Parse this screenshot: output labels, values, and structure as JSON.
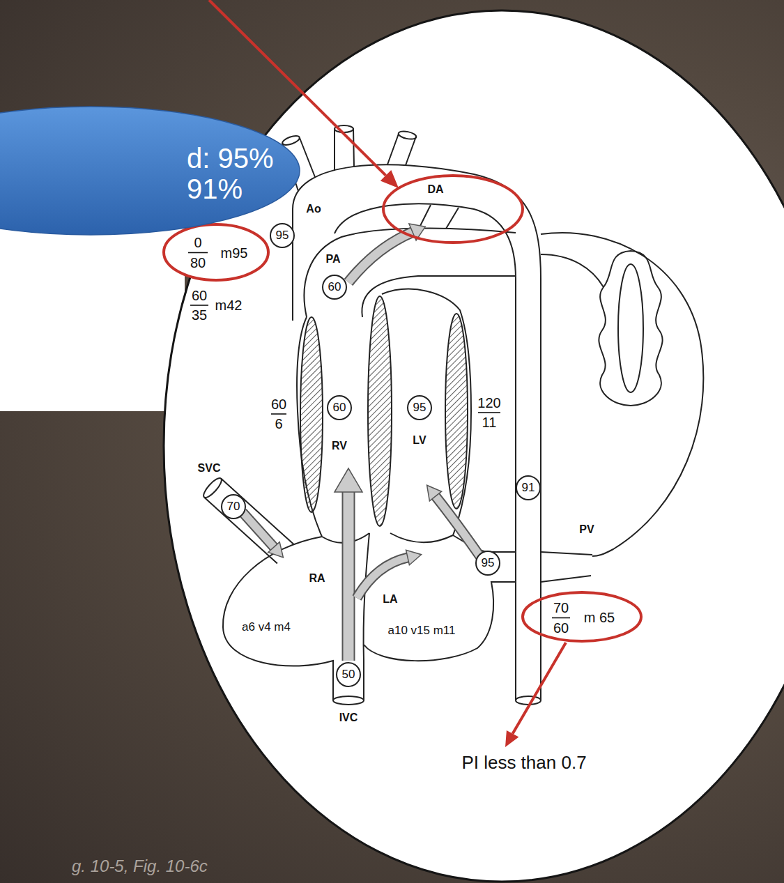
{
  "diagram": {
    "caption": "g. 10-5, Fig. 10-6c",
    "nodes": [
      {
        "text": [
          "d: 95% 91%"
        ]
      },
      {
        "text": [
          "0",
          "80",
          "m95"
        ]
      },
      {
        "text": [
          "95"
        ]
      },
      {
        "text": [
          "60"
        ]
      },
      {
        "text": [
          "60"
        ]
      },
      {
        "text": [
          "95"
        ]
      },
      {
        "text": [
          "91"
        ]
      },
      {
        "text": [
          "70"
        ]
      },
      {
        "text": [
          "95"
        ]
      },
      {
        "text": [
          "70",
          "60",
          "m 65"
        ]
      },
      {
        "text": [
          "50"
        ]
      }
    ],
    "labels": [
      "Ao",
      "DA",
      "60",
      "35",
      "m42",
      "PA",
      "60",
      "6",
      "RV",
      "LV",
      "120",
      "11",
      "SVC",
      "PV",
      "RA",
      "LA",
      "a6 v4 m4",
      "a10 v15 m11",
      "IVC",
      "PI less than 0.7"
    ]
  }
}
